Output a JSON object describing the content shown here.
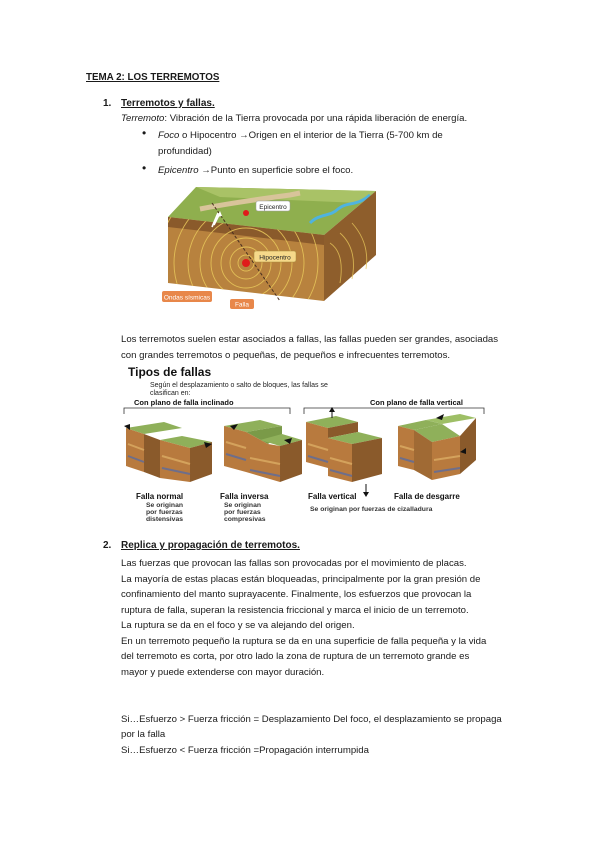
{
  "title": "TEMA 2: LOS TERREMOTOS",
  "section1": {
    "number": "1.",
    "heading": "Terremotos y fallas.",
    "def_term": "Terremoto",
    "def_text": ": Vibración de la Tierra provocada por una rápida liberación de energía.",
    "bullets": [
      {
        "term": "Foco",
        "line1": " o Hipocentro →Origen en el interior de la Tierra (5-700 km de",
        "line2": "profundidad)"
      },
      {
        "term": "Epicentro",
        "line1": " →Punto en superficie sobre el foco."
      }
    ],
    "diagram_labels": {
      "epicentro": "Epicentro",
      "hipocentro": "Hipocentro",
      "ondas": "Ondas sísmicas",
      "falla": "Falla"
    },
    "para_line1": "Los terremotos suelen estar asociados a fallas, las fallas pueden ser grandes, asociadas",
    "para_line2": "con grandes terremotos o pequeñas, de pequeños e infrecuentes terremotos."
  },
  "fallas_figure": {
    "title": "Tipos de fallas",
    "subtitle_line1": "Según el desplazamiento o salto de bloques, las fallas se",
    "subtitle_line2": "clasifican en:",
    "group_inclinado": "Con plano de falla inclinado",
    "group_vertical": "Con plano de falla vertical",
    "types": [
      {
        "name": "Falla normal",
        "desc": [
          "Se originan",
          "por fuerzas",
          "distensivas"
        ]
      },
      {
        "name": "Falla inversa",
        "desc": [
          "Se originan",
          "por fuerzas",
          "compresivas"
        ]
      },
      {
        "name": "Falla vertical",
        "desc": []
      },
      {
        "name": "Falla de desgarre",
        "desc": []
      }
    ],
    "vertical_note": "Se originan por fuerzas de cizalladura"
  },
  "section2": {
    "number": "2.",
    "heading": "Replica y propagación de terremotos.",
    "lines": [
      "Las fuerzas que provocan las fallas son provocadas por el movimiento de placas.",
      "La mayoría de estas placas están bloqueadas, principalmente por la gran presión de",
      "confinamiento del manto suprayacente. Finalmente, los esfuerzos que provocan la",
      "ruptura de falla, superan la resistencia friccional y marca el inicio de un terremoto.",
      "La ruptura se da en el foco y se va alejando del origen.",
      "En un terremoto pequeño la ruptura se da en una superficie de falla pequeña y la vida",
      "del terremoto es corta, por otro lado la zona de ruptura de un terremoto grande es",
      "mayor y puede extenderse con mayor duración."
    ],
    "si1_line1": "Si…Esfuerzo > Fuerza fricción = Desplazamiento Del foco, el desplazamiento se propaga",
    "si1_line2": "por la falla",
    "si2": "Si…Esfuerzo < Fuerza fricción =Propagación interrumpida"
  }
}
